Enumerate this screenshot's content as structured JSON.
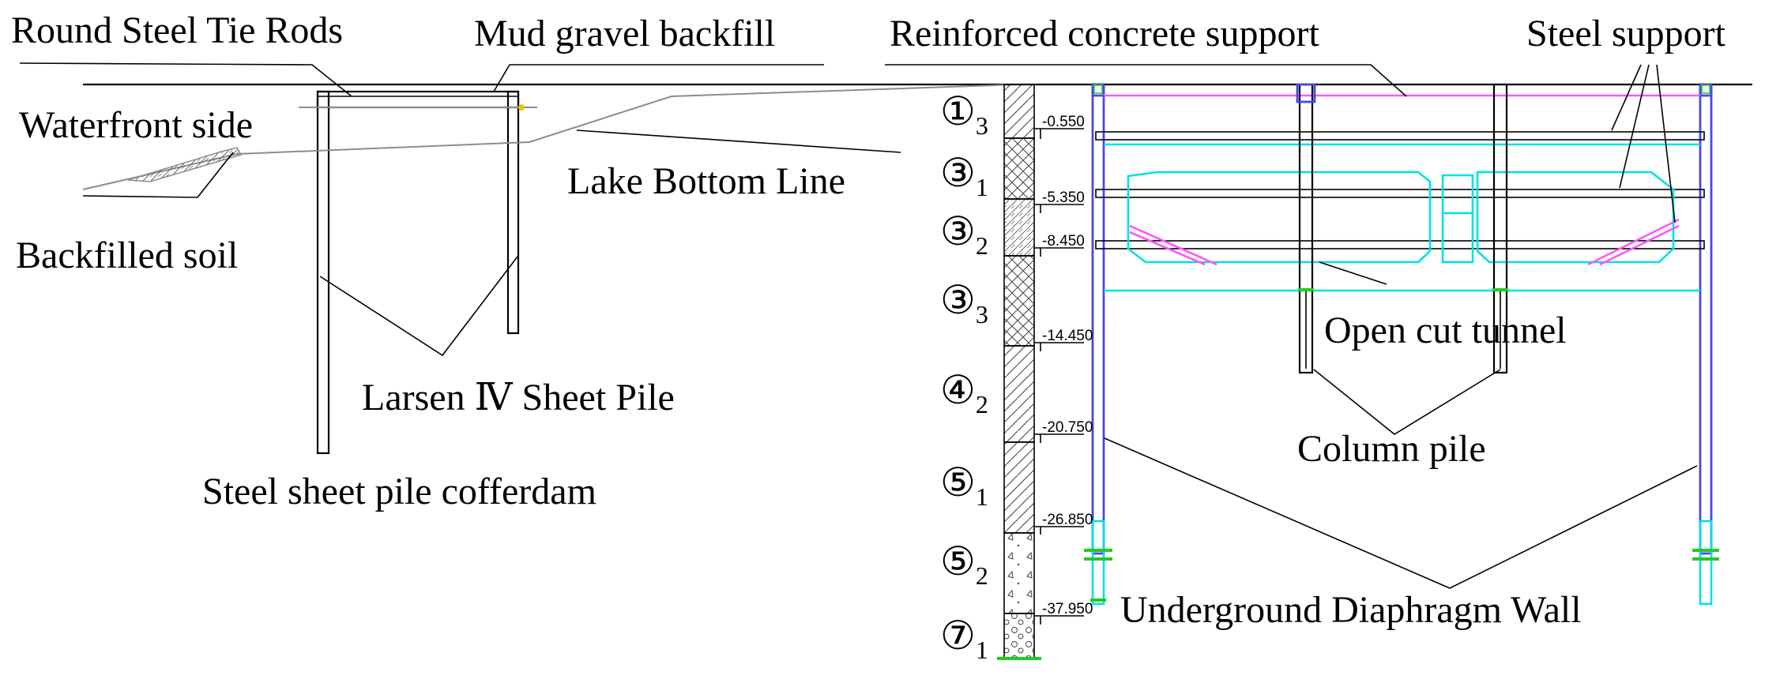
{
  "labels": {
    "round_steel_tie_rods": "Round Steel Tie Rods",
    "mud_gravel_backfill": "Mud gravel backfill",
    "reinforced_concrete_support": "Reinforced concrete support",
    "steel_support": "Steel support",
    "waterfront_side": "Waterfront side",
    "lake_bottom_line": "Lake Bottom Line",
    "backfilled_soil": "Backfilled soil",
    "larsen_sheet_pile": "Larsen Ⅳ Sheet Pile",
    "steel_sheet_pile_cofferdam": "Steel sheet pile cofferdam",
    "open_cut_tunnel": "Open cut tunnel",
    "column_pile": "Column pile",
    "underground_diaphragm_wall": "Underground Diaphragm Wall"
  },
  "soil_layers": [
    {
      "main": "①",
      "sub": "3"
    },
    {
      "main": "③",
      "sub": "1"
    },
    {
      "main": "③",
      "sub": "2"
    },
    {
      "main": "③",
      "sub": "3"
    },
    {
      "main": "④",
      "sub": "2"
    },
    {
      "main": "⑤",
      "sub": "1"
    },
    {
      "main": "⑤",
      "sub": "2"
    },
    {
      "main": "⑦",
      "sub": "1"
    }
  ],
  "elevations": [
    "-0.550",
    "-5.350",
    "-8.450",
    "-14.450",
    "-20.750",
    "-26.850",
    "-37.950"
  ],
  "colors": {
    "line": "#000000",
    "diaphragm_wall": "#4848e8",
    "tunnel": "#00e0e8",
    "concrete_support": "#ff55ff",
    "marker": "#22cc22"
  }
}
